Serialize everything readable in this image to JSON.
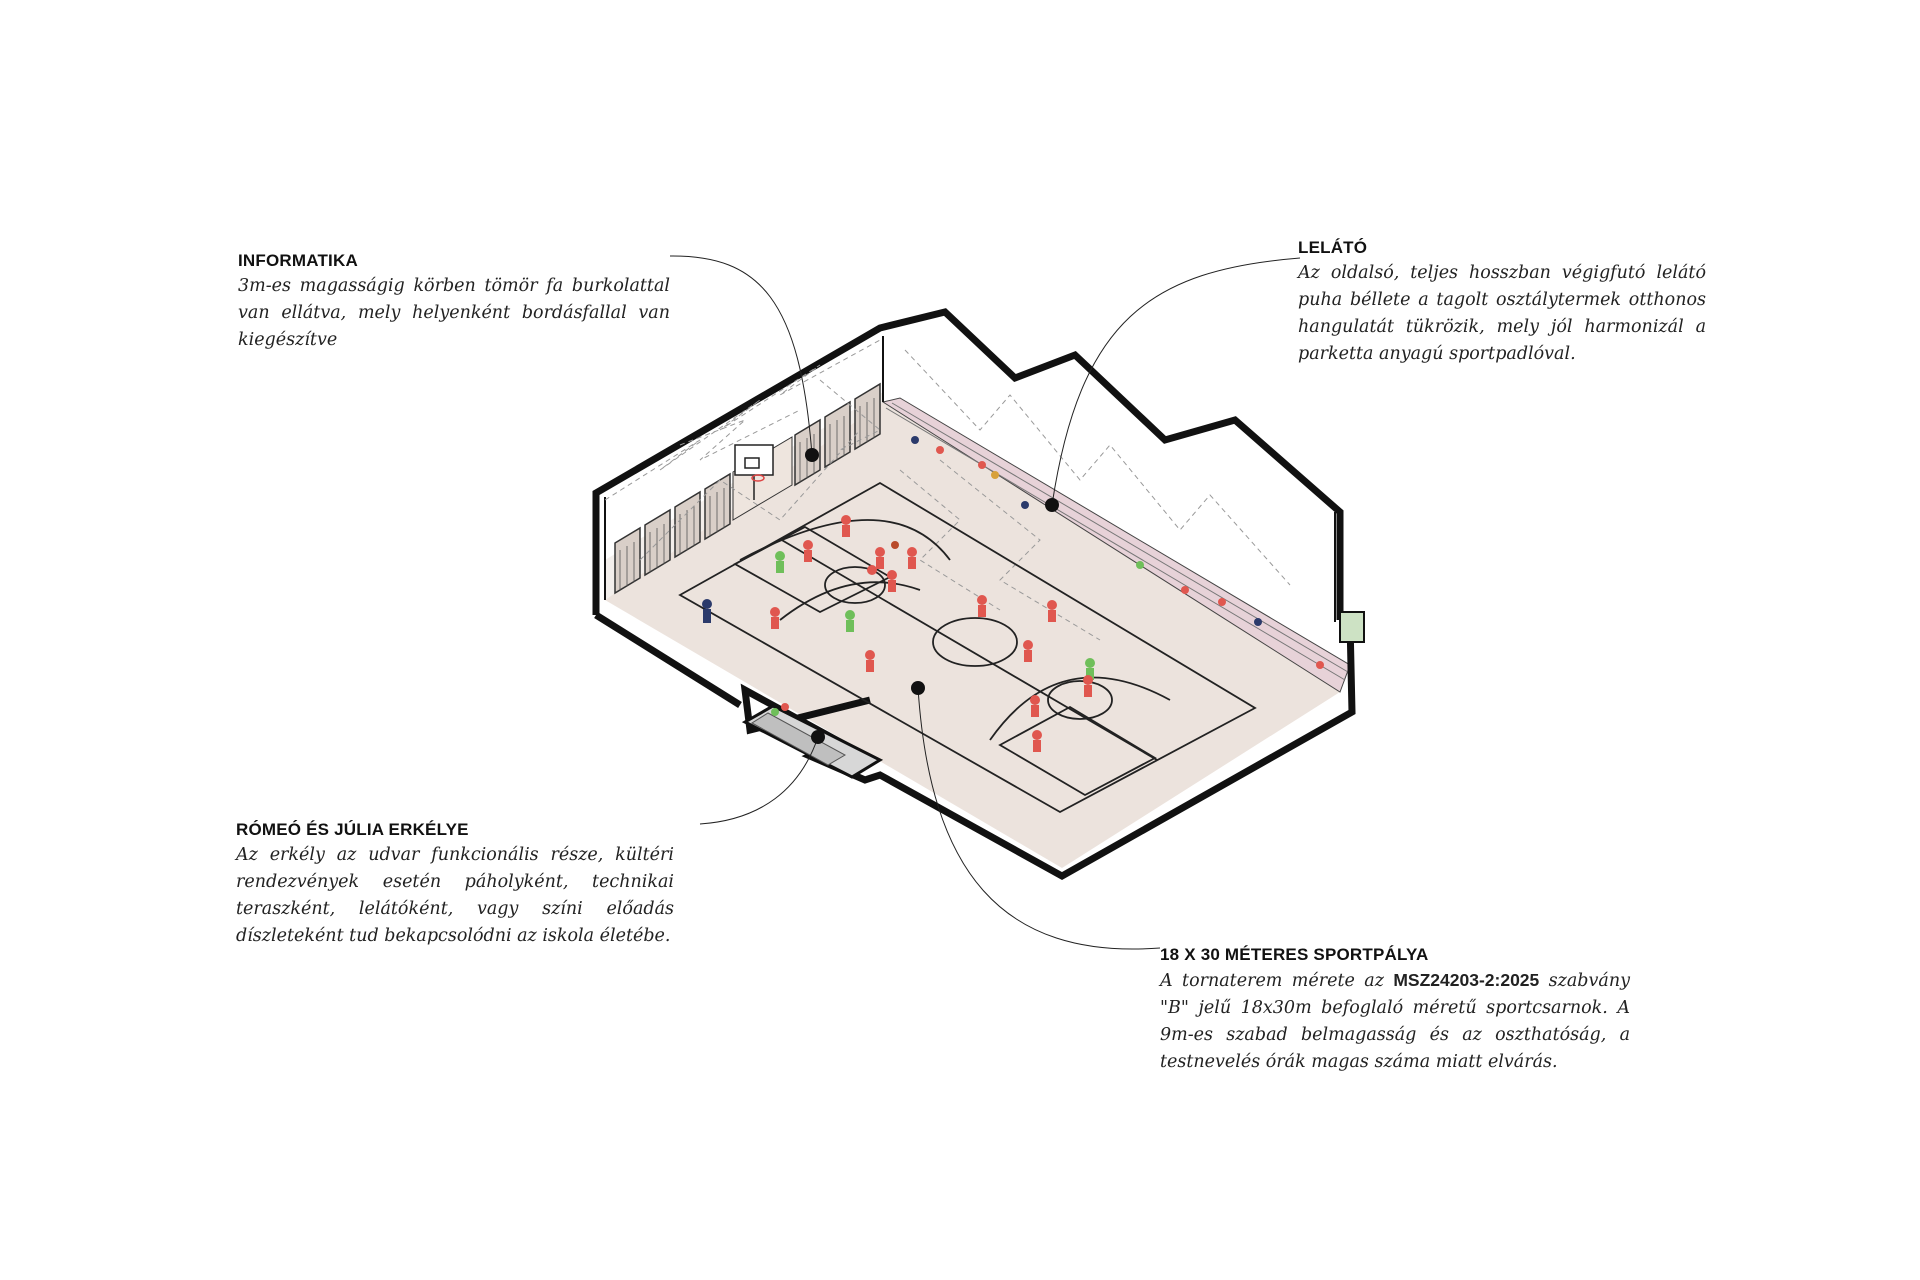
{
  "annotations": {
    "informatika": {
      "title": "INFORMATIKA",
      "text": "3m-es magasságig körben tömör fa burkolattal van ellátva, mely helyenként bordásfallal van kiegészítve"
    },
    "lelato": {
      "title": "LELÁTÓ",
      "text": "Az oldalsó, teljes hosszban végigfutó lelátó puha béllete a tagolt osztálytermek otthonos hangulatát tükrözik, mely jól harmonizál a parketta anyagú sportpadlóval."
    },
    "romeo": {
      "title": "RÓMEÓ ÉS JÚLIA ERKÉLYE",
      "text": "Az erkély az udvar funkcionális része, kültéri rendezvények esetén páholyként, technikai teraszként, lelátóként, vagy színi előadás díszleteként tud bekapcsolódni az iskola életébe."
    },
    "sportpalya": {
      "title": "18 X 30 MÉTERES SPORTPÁLYA",
      "text_before": "A tornaterem mérete az ",
      "standard": "MSZ24203-2:2025",
      "text_after": " szabvány \"B\" jelű 18x30m befoglaló méretű sportcsarnok. A 9m-es szabad belmagasság és az oszthatóság, a testnevelés órák magas száma miatt elvárás."
    }
  },
  "colors": {
    "floor": "#ece3dd",
    "bleacher": "#e7d2d8",
    "wall_line": "#111111",
    "court_line": "#222222",
    "player_red": "#e0574f",
    "player_green": "#6fbf5a"
  },
  "icons": [
    "basketball-hoop-icon",
    "leader-dot-icon"
  ]
}
